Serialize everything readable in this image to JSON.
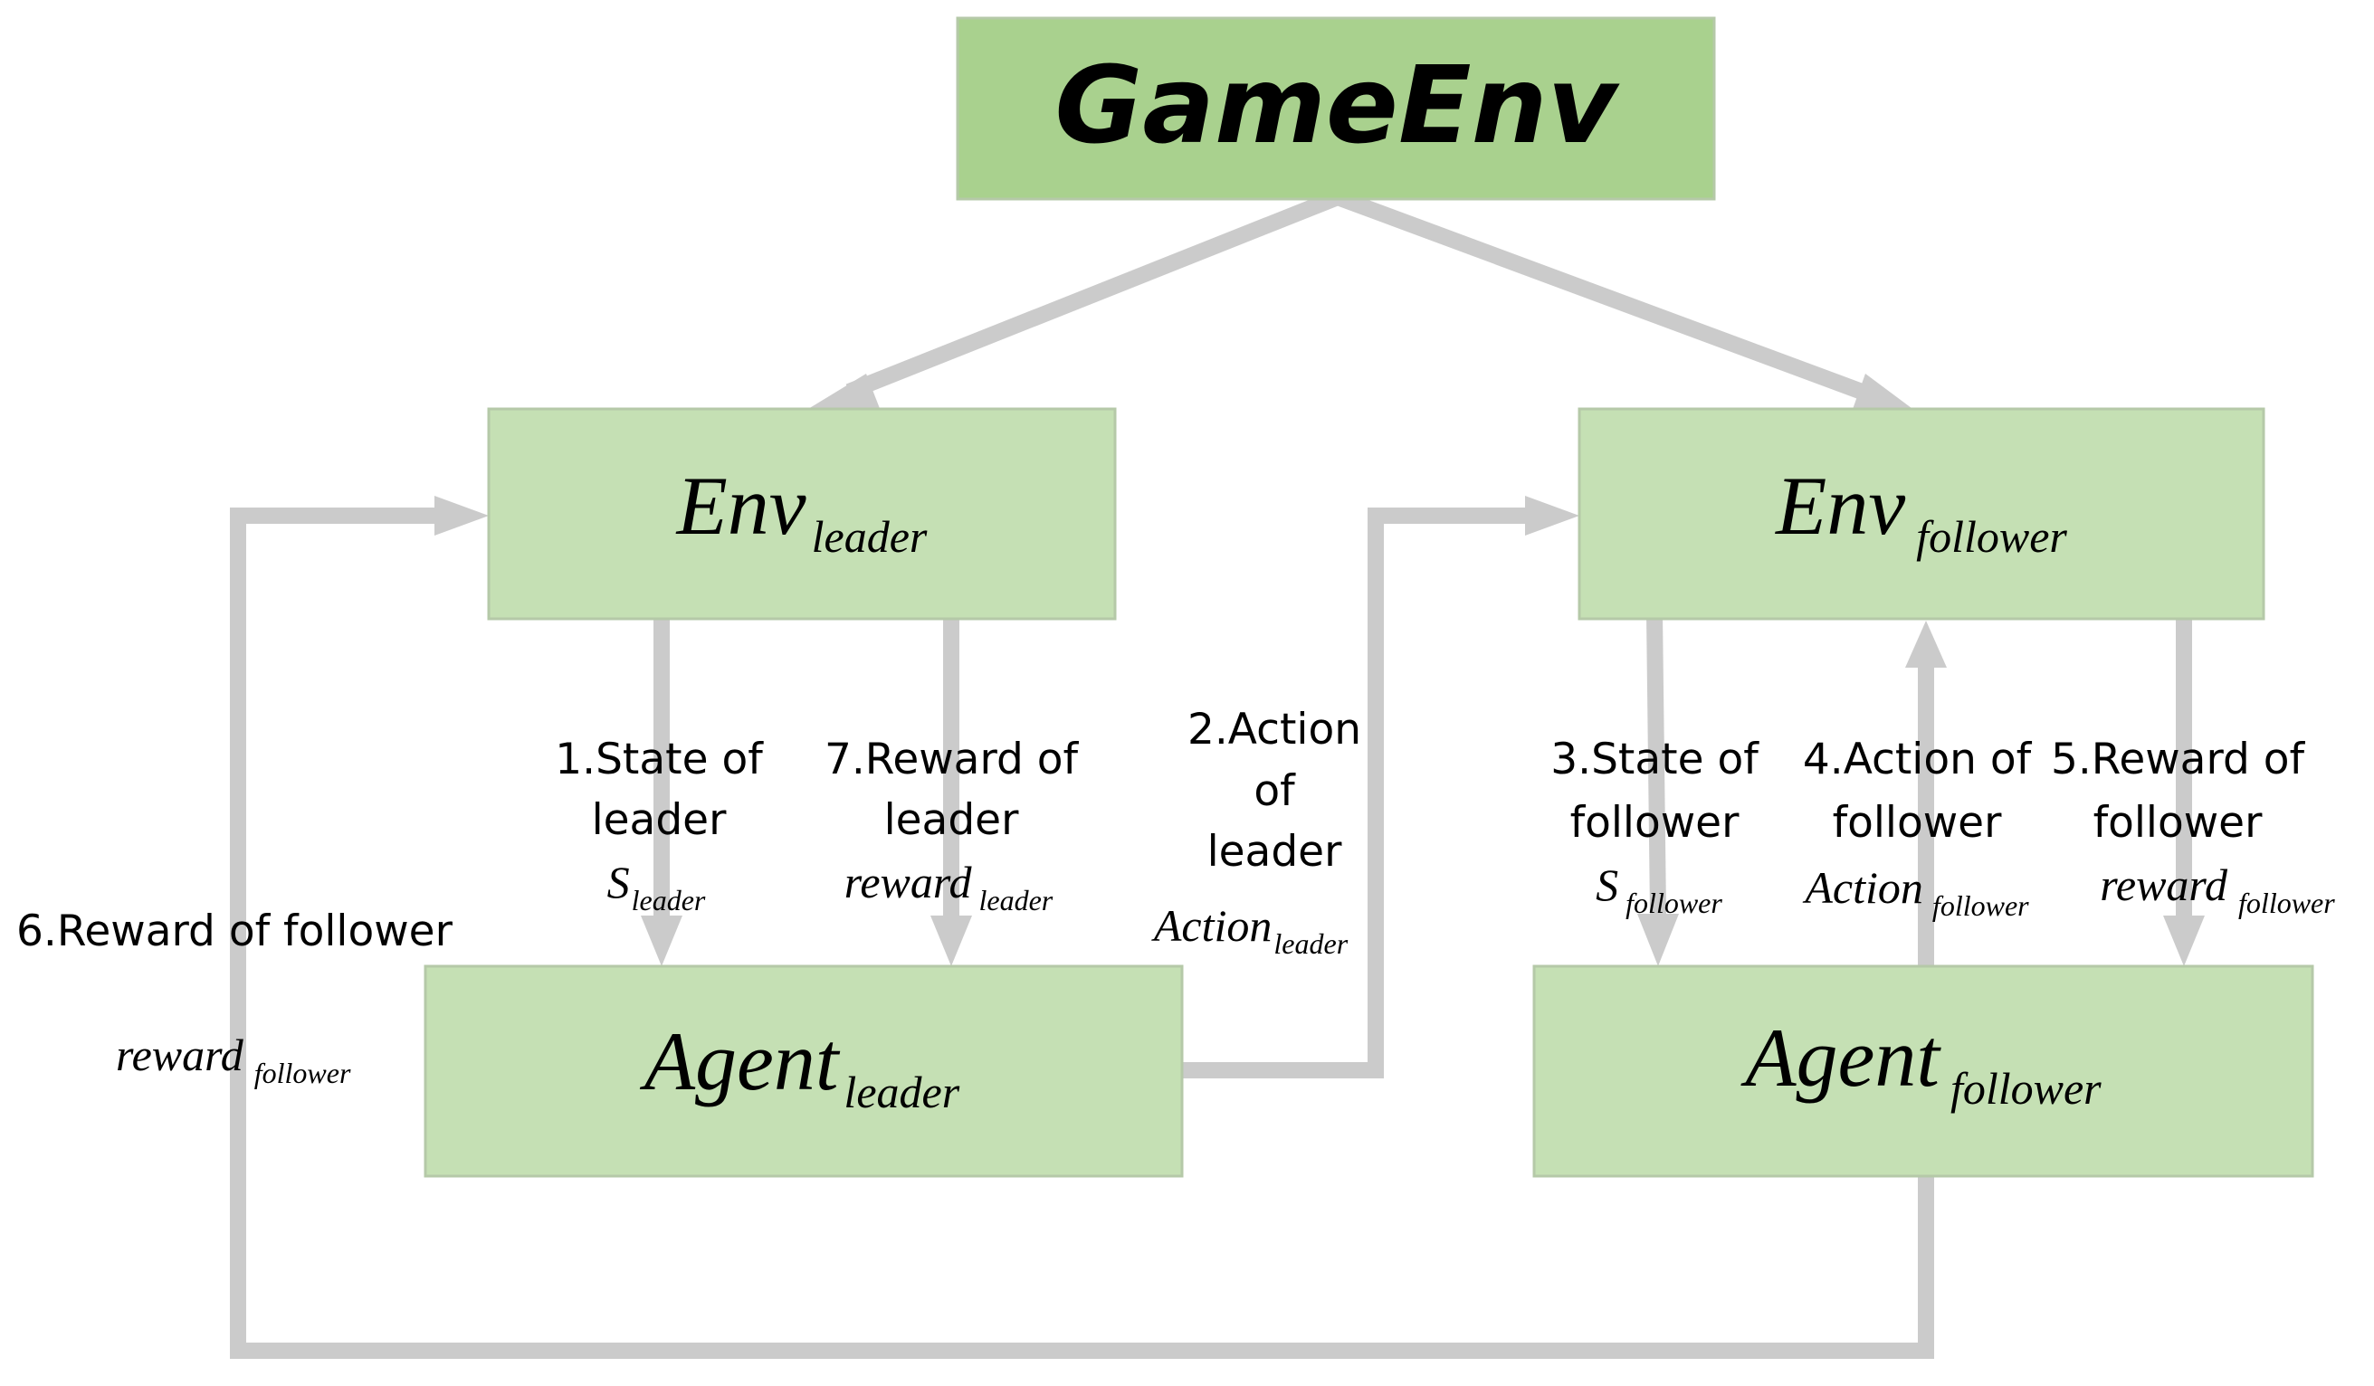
{
  "colors": {
    "top_box": "#a9d18e",
    "box": "#c5e0b4",
    "box_border": "#b5c9a8",
    "connector": "#cbcbcb"
  },
  "boxes": {
    "game_env": {
      "label": "GameEnv"
    },
    "env_leader": {
      "main": "Env",
      "sub": "leader"
    },
    "env_follower": {
      "main": "Env",
      "sub": "follower"
    },
    "agent_leader": {
      "main": "Agent",
      "sub": "leader"
    },
    "agent_follower": {
      "main": "Agent",
      "sub": "follower"
    }
  },
  "steps": {
    "s1": {
      "line1": "1.State of",
      "line2": "leader",
      "symbol": "S",
      "subscript": "leader"
    },
    "s2": {
      "line1": "2.Action",
      "line2": "of",
      "line3": "leader",
      "symbol": "Action",
      "subscript": "leader"
    },
    "s3": {
      "line1": "3.State of",
      "line2": "follower",
      "symbol": "S",
      "subscript": "follower"
    },
    "s4": {
      "line1": "4.Action of",
      "line2": "follower",
      "symbol": "Action",
      "subscript": "follower"
    },
    "s5": {
      "line1": "5.Reward of",
      "line2": "follower",
      "symbol": "reward",
      "subscript": "follower"
    },
    "s6": {
      "line1": "6.Reward of follower",
      "symbol": "reward",
      "subscript": "follower"
    },
    "s7": {
      "line1": "7.Reward of",
      "line2": "leader",
      "symbol": "reward",
      "subscript": "leader"
    }
  }
}
